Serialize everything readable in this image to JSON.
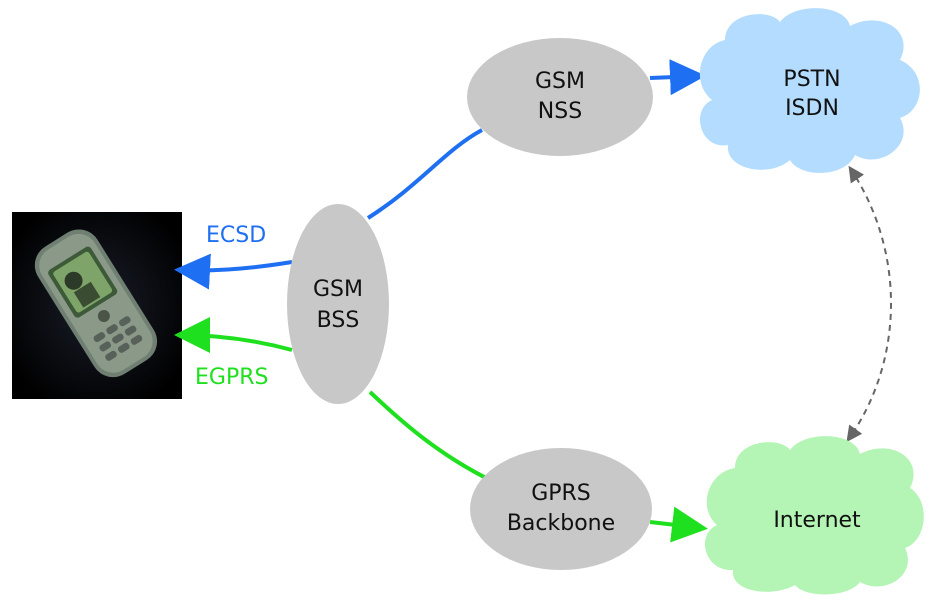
{
  "nodes": {
    "gsm_nss": [
      "GSM",
      "NSS"
    ],
    "gsm_bss": [
      "GSM",
      "BSS"
    ],
    "gprs_backbone": [
      "GPRS",
      "Backbone"
    ],
    "pstn_isdn": [
      "PSTN",
      "ISDN"
    ],
    "internet": [
      "Internet"
    ]
  },
  "edges": {
    "ecsd_label": "ECSD",
    "egprs_label": "EGPRS"
  },
  "colors": {
    "ecsd": "#1f6ff2",
    "egprs": "#1ee01e",
    "node_fill": "#c8c8c8",
    "cloud_pstn": "#b3dcff",
    "cloud_internet": "#b4f4b4",
    "dashed": "#666666"
  },
  "icons": {
    "phone": "mobile-phone-icon"
  }
}
